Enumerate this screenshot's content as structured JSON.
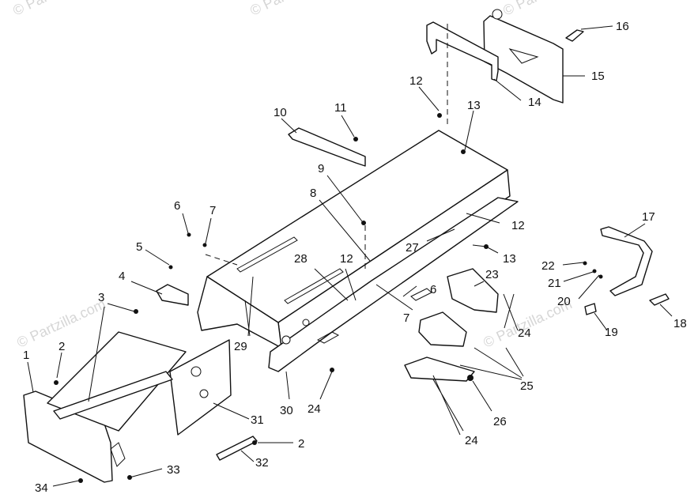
{
  "watermark": "© Partzilla.com",
  "callouts": [
    {
      "id": "c1",
      "text": "1"
    },
    {
      "id": "c2a",
      "text": "2"
    },
    {
      "id": "c2b",
      "text": "2"
    },
    {
      "id": "c3",
      "text": "3"
    },
    {
      "id": "c4",
      "text": "4"
    },
    {
      "id": "c5",
      "text": "5"
    },
    {
      "id": "c6a",
      "text": "6"
    },
    {
      "id": "c6b",
      "text": "6"
    },
    {
      "id": "c7a",
      "text": "7"
    },
    {
      "id": "c7b",
      "text": "7"
    },
    {
      "id": "c8",
      "text": "8"
    },
    {
      "id": "c9",
      "text": "9"
    },
    {
      "id": "c10",
      "text": "10"
    },
    {
      "id": "c11",
      "text": "11"
    },
    {
      "id": "c12a",
      "text": "12"
    },
    {
      "id": "c12b",
      "text": "12"
    },
    {
      "id": "c12c",
      "text": "12"
    },
    {
      "id": "c13a",
      "text": "13"
    },
    {
      "id": "c13b",
      "text": "13"
    },
    {
      "id": "c14",
      "text": "14"
    },
    {
      "id": "c15",
      "text": "15"
    },
    {
      "id": "c16",
      "text": "16"
    },
    {
      "id": "c17",
      "text": "17"
    },
    {
      "id": "c18",
      "text": "18"
    },
    {
      "id": "c19",
      "text": "19"
    },
    {
      "id": "c20",
      "text": "20"
    },
    {
      "id": "c21",
      "text": "21"
    },
    {
      "id": "c22",
      "text": "22"
    },
    {
      "id": "c23",
      "text": "23"
    },
    {
      "id": "c24a",
      "text": "24"
    },
    {
      "id": "c24b",
      "text": "24"
    },
    {
      "id": "c24c",
      "text": "24"
    },
    {
      "id": "c25",
      "text": "25"
    },
    {
      "id": "c26",
      "text": "26"
    },
    {
      "id": "c27",
      "text": "27"
    },
    {
      "id": "c28",
      "text": "28"
    },
    {
      "id": "c29",
      "text": "29"
    },
    {
      "id": "c30",
      "text": "30"
    },
    {
      "id": "c31",
      "text": "31"
    },
    {
      "id": "c32",
      "text": "32"
    },
    {
      "id": "c33",
      "text": "33"
    },
    {
      "id": "c34",
      "text": "34"
    }
  ]
}
